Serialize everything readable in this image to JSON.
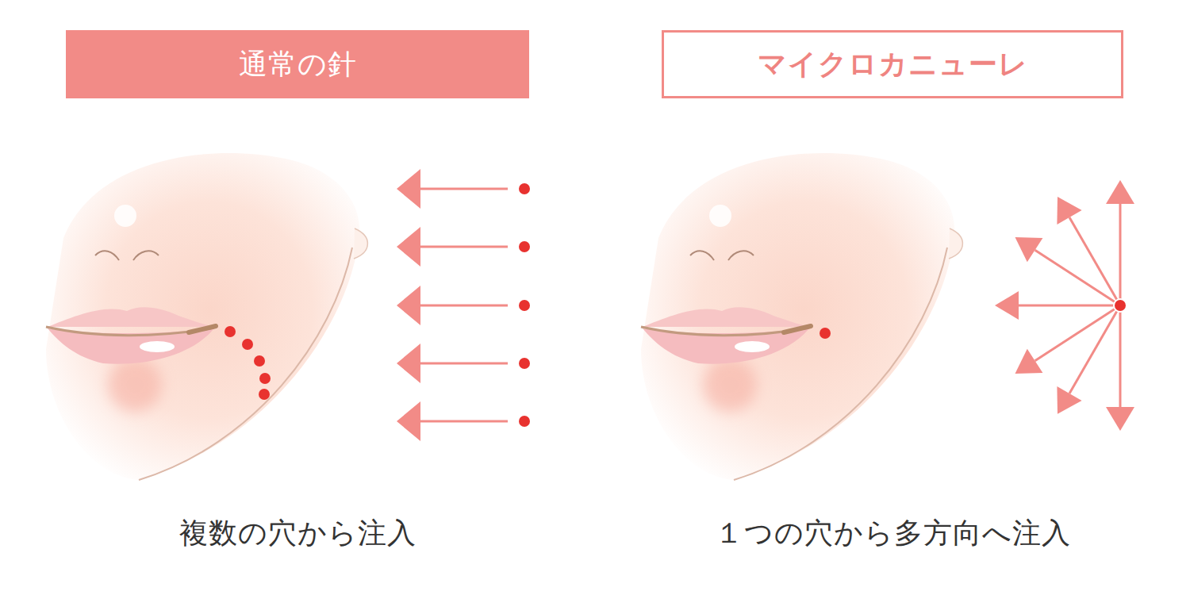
{
  "diagram": {
    "nodes": [
      {
        "text": [
          "通常の針"
        ]
      },
      {
        "text": [
          "マイクロカニューレ"
        ]
      }
    ],
    "labels": [
      "複数の穴から注入",
      "１つの穴から多方向へ注入"
    ]
  }
}
